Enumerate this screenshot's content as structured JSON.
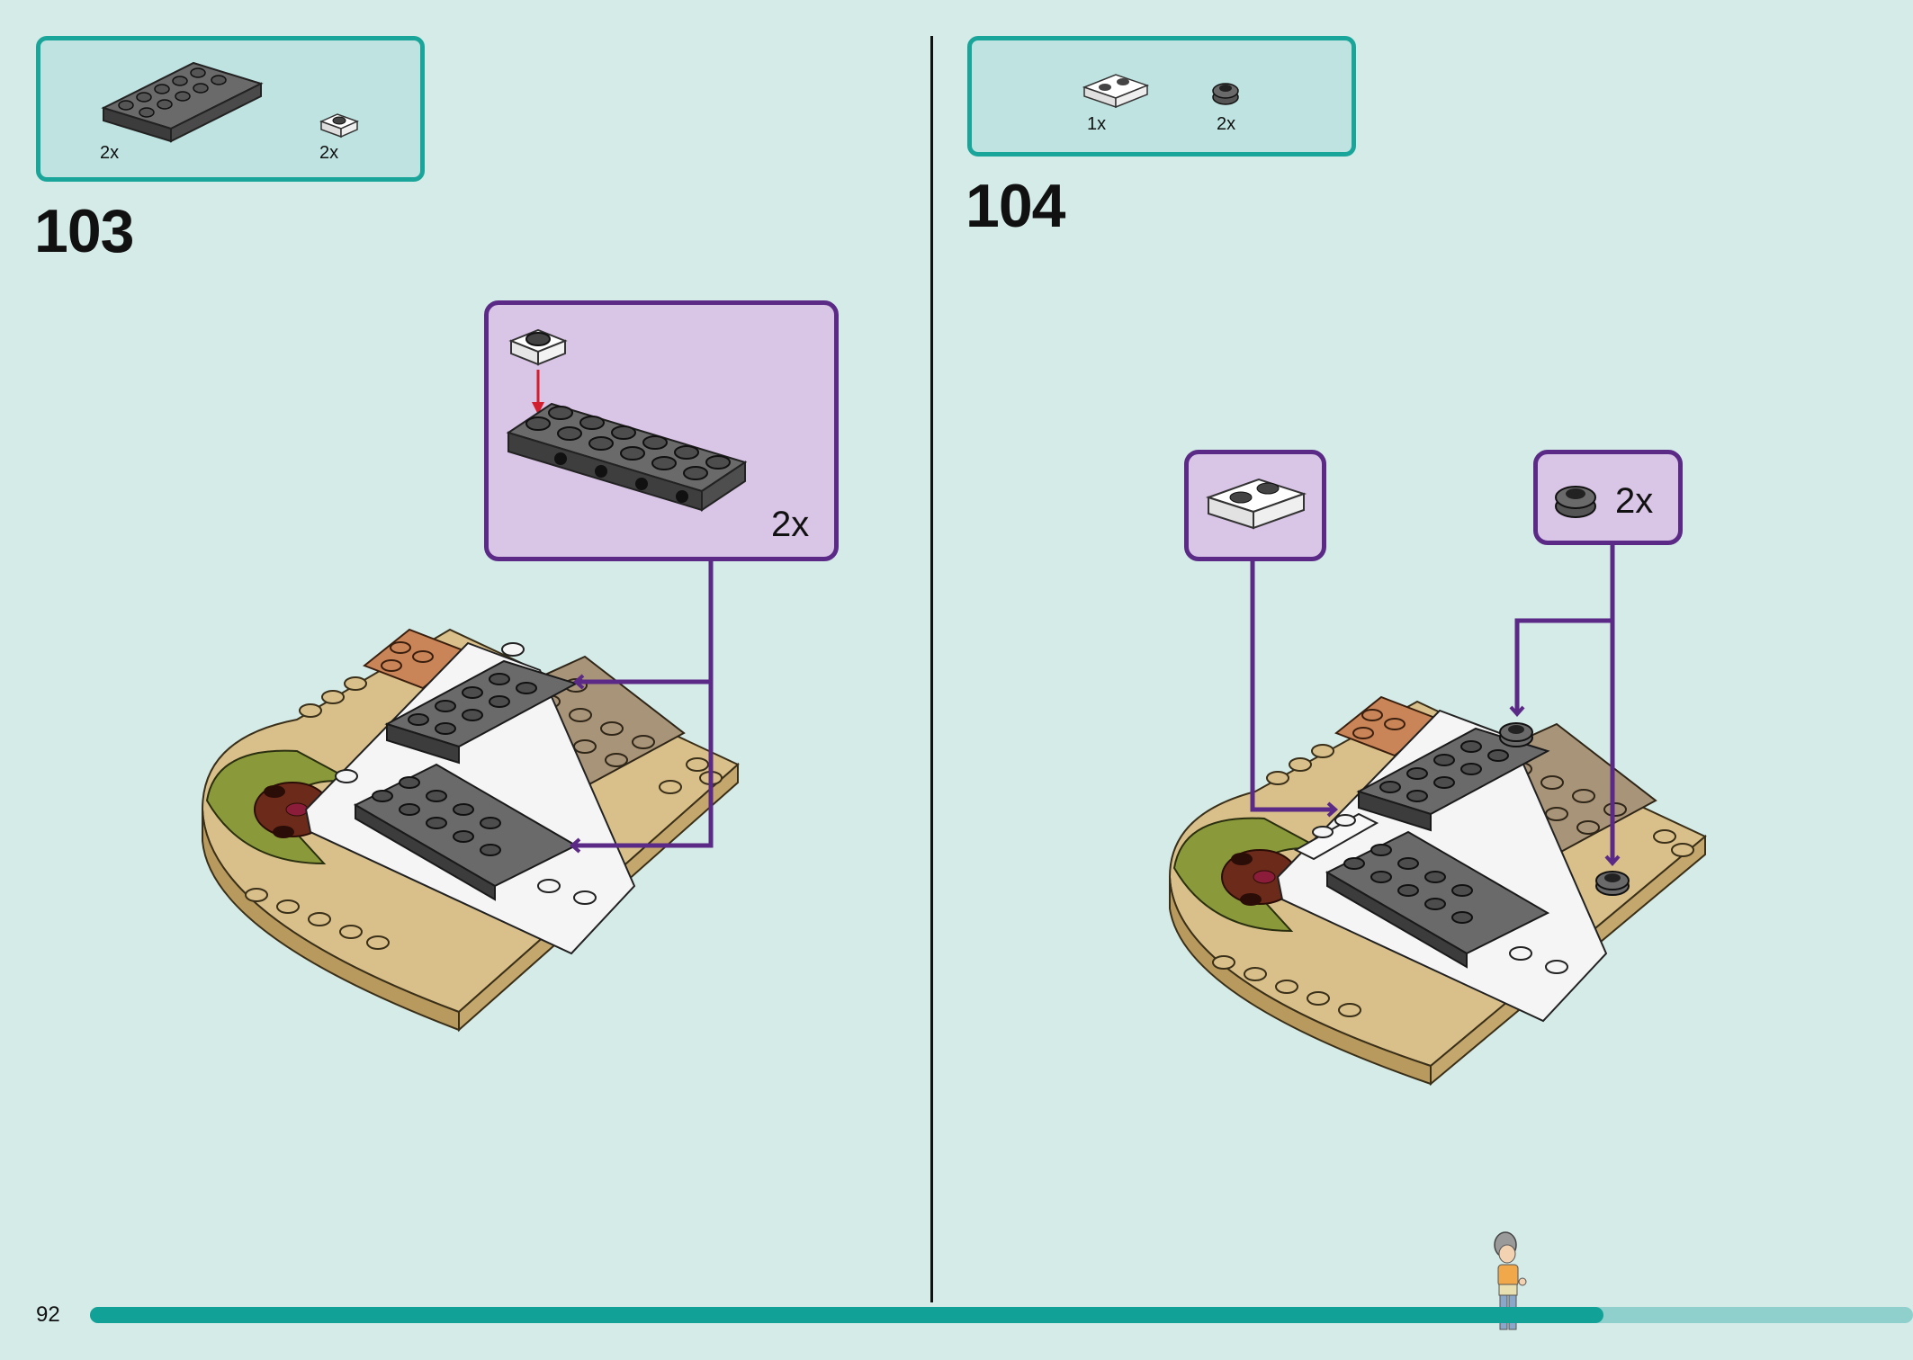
{
  "page": {
    "number": "92",
    "progress_fraction": 0.83
  },
  "steps": [
    {
      "number": "103",
      "parts": [
        {
          "name": "dark-gray-plate-2x6",
          "qty": "2x"
        },
        {
          "name": "white-plate-1x1",
          "qty": "2x"
        }
      ],
      "callout": {
        "qty": "2x"
      }
    },
    {
      "number": "104",
      "parts": [
        {
          "name": "white-plate-1x2",
          "qty": "1x"
        },
        {
          "name": "dark-gray-round-1x1",
          "qty": "2x"
        }
      ],
      "callouts": [
        {
          "part": "white-plate-1x2",
          "qty": ""
        },
        {
          "part": "dark-gray-round-1x1",
          "qty": "2x"
        }
      ]
    }
  ],
  "colors": {
    "background": "#d5ebe8",
    "parts_box_fill": "#bfe3e0",
    "parts_box_border": "#1aa59a",
    "callout_fill": "#d9c5e6",
    "callout_border": "#5b2a86",
    "arrow": "#5b2a86",
    "red_arrow": "#d11f2f",
    "progress": "#12a197",
    "tan": "#d9c08a",
    "dark_gray": "#5e5e5e",
    "olive": "#8a9a3a",
    "brown": "#6b2a1a",
    "dark_tan": "#a89478"
  }
}
